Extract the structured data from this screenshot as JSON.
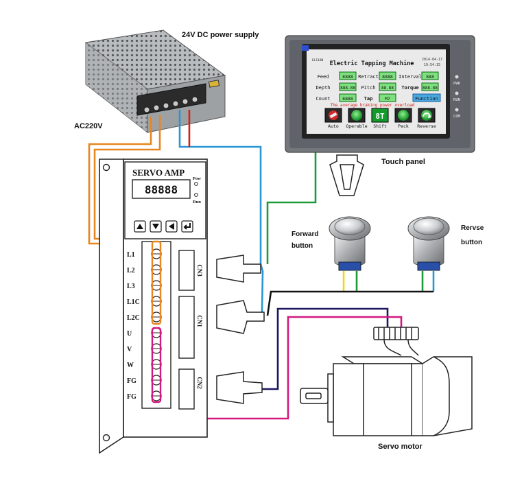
{
  "labels": {
    "power_supply": "24V DC power supply",
    "ac_input": "AC220V",
    "touch_panel": "Touch panel",
    "forward_button_l1": "Forward",
    "forward_button_l2": "button",
    "reverse_button_l1": "Rervse",
    "reverse_button_l2": "button",
    "servo_motor": "Servo motor"
  },
  "servo_amp": {
    "title": "SERVO AMP",
    "display": "88888",
    "led_pow": "Pow",
    "led_run": "Run",
    "terminals": [
      "L1",
      "L2",
      "L3",
      "L1C",
      "L2C",
      "U",
      "V",
      "W",
      "FG",
      "FG"
    ],
    "connectors": [
      "CN3",
      "CN1",
      "CN2"
    ]
  },
  "touch_panel": {
    "model": "EL110B",
    "title": "Electric Tapping Machine",
    "date": "2014-04-17",
    "time": "19:54:15",
    "fields": {
      "feed_label": "Feed",
      "feed_value": "8888",
      "retract_label": "Retract",
      "retract_value": "8888",
      "interval_label": "Interval",
      "interval_value": "888",
      "depth_label": "Depth",
      "depth_value": "888.88",
      "pitch_label": "Pitch",
      "pitch_value": "88.88",
      "torque_label": "Torque",
      "torque_value": "888.88",
      "count_label": "Count",
      "count_value": "8888",
      "tap_label": "Tap",
      "tap_value": "M7",
      "function_label": "Function"
    },
    "alarm": "The average braking power overload",
    "buttons": [
      "Auto",
      "Operable",
      "Shift",
      "Peck",
      "Reverse"
    ],
    "shift_glyph": "8T",
    "side_leds": [
      "PWR",
      "RUN",
      "COM"
    ]
  },
  "colors": {
    "orange": "#e8861f",
    "blue": "#2a95d2",
    "green": "#1f9a3b",
    "red": "#d0231c",
    "magenta": "#d3177f",
    "navy": "#1a1660",
    "black": "#111111",
    "yellow": "#ecd917"
  }
}
